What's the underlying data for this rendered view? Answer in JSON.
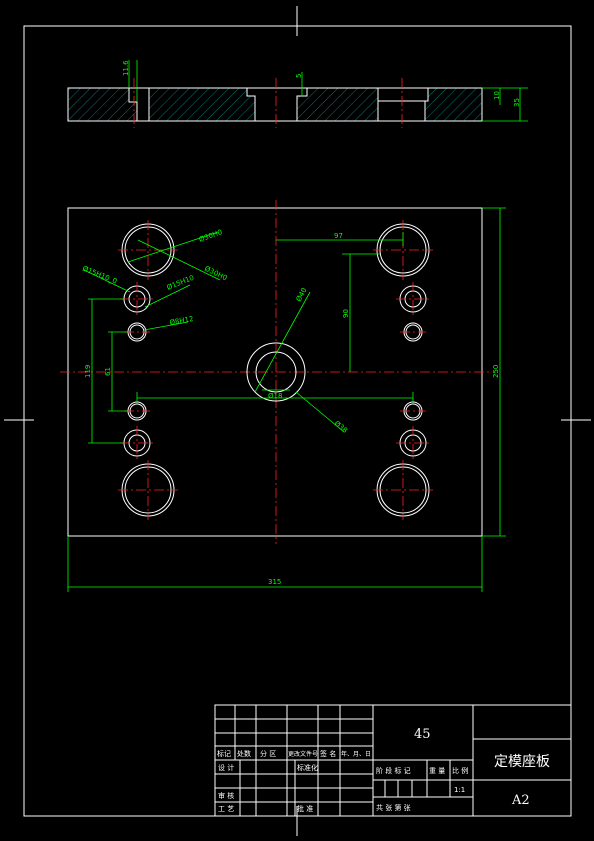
{
  "dims": {
    "side_h1": "11.6",
    "side_h2": "5",
    "side_h3": "10",
    "side_h4": "35",
    "d_upper_left": "Ø30H0",
    "d_upper_left_b": "Ø30H0",
    "d_mid_left": "Ø15H10_0",
    "d_mid_left_b": "Ø15H10",
    "d_small_left": "Ø8H12",
    "h_97": "97",
    "v_90": "90",
    "d_center_a": "Ø40",
    "d_center_b": "Ø38",
    "d_center_c": "Ø18",
    "v_119": "119",
    "v_61": "61",
    "v_250": "250",
    "h_315": "315"
  },
  "title_block": {
    "material": "45",
    "part_name": "定模座板",
    "drawing_no": "A2",
    "scale": "1:1",
    "h_mark": "标记",
    "h_count": "处数",
    "h_zone": "分 区",
    "h_docno": "更改文件号",
    "h_sign": "签 名",
    "h_date": "年、月、日",
    "r_design": "设 计",
    "r_std": "标准化",
    "r_check": "审 核",
    "r_process": "工 艺",
    "r_approve": "批 准",
    "c_stage": "阶 段 标 记",
    "c_weight": "重 量",
    "c_ratio": "比 例",
    "c_sheets": "共    张    第    张"
  }
}
